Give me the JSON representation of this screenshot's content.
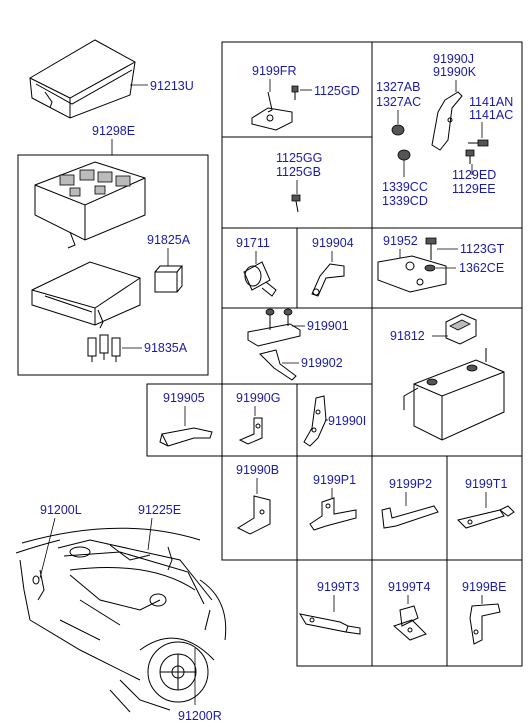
{
  "parts": {
    "p91213U": "91213U",
    "p91298E": "91298E",
    "p91825A": "91825A",
    "p91835A": "91835A",
    "p9199FR": "9199FR",
    "p1125GD": "1125GD",
    "p1125GG": "1125GG",
    "p1125GB": "1125GB",
    "p91990J": "91990J",
    "p91990K": "91990K",
    "p1327AB": "1327AB",
    "p1327AC": "1327AC",
    "p1141AN": "1141AN",
    "p1141AC": "1141AC",
    "p1339CC": "1339CC",
    "p1339CD": "1339CD",
    "p1129ED": "1129ED",
    "p1129EE": "1129EE",
    "p91711": "91711",
    "p919904": "919904",
    "p91952": "91952",
    "p1123GT": "1123GT",
    "p1362CE": "1362CE",
    "p919901": "919901",
    "p919902": "919902",
    "p91812": "91812",
    "p919905": "919905",
    "p91990G": "91990G",
    "p91990I": "91990I",
    "p91990B": "91990B",
    "p9199P1": "9199P1",
    "p9199P2": "9199P2",
    "p9199T1": "9199T1",
    "p9199T3": "9199T3",
    "p9199T4": "9199T4",
    "p9199BE": "9199BE",
    "p91200L": "91200L",
    "p91225E": "91225E",
    "p91200R": "91200R"
  },
  "colors": {
    "label": "#1a1aa8",
    "line": "#000000",
    "shade": "#bbbbbb"
  }
}
